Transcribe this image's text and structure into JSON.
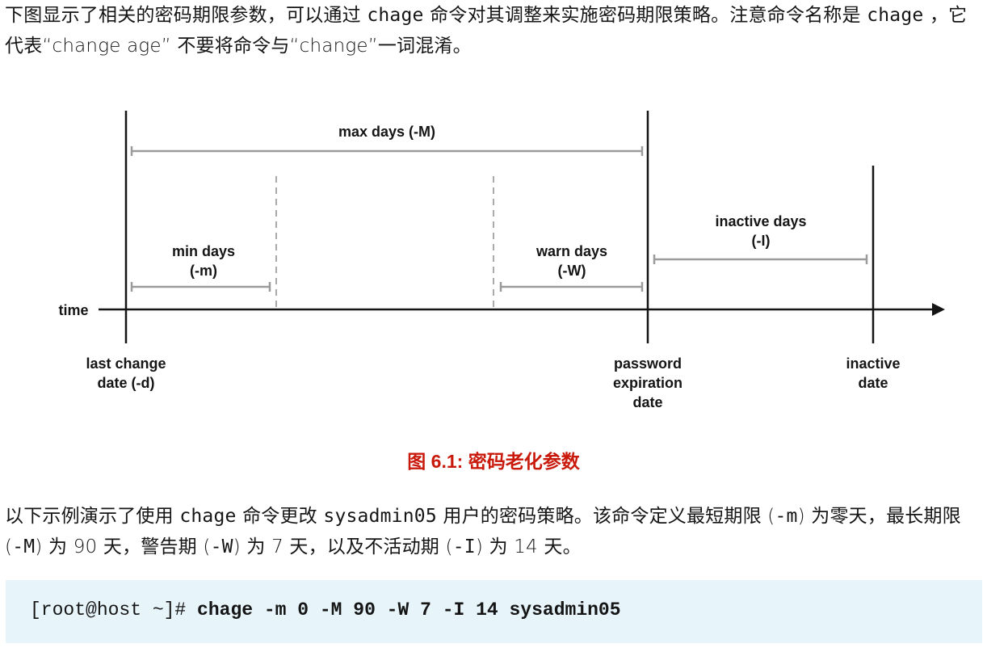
{
  "para1": {
    "t1": "下图显示了相关的密码期限参数，可以通过 ",
    "cmd1": "chage",
    "t2": " 命令对其调整来实施密码期限策略。注意命令名称是 ",
    "cmd2": "chage",
    "t3": " ，它代表“change age” 不要将命令与“change”一词混淆。"
  },
  "diagram": {
    "max_days": "max days (-M)",
    "min_days_1": "min days",
    "min_days_2": "(-m)",
    "warn_days_1": "warn days",
    "warn_days_2": "(-W)",
    "inactive_days_1": "inactive days",
    "inactive_days_2": "(-I)",
    "time": "time",
    "last_change_1": "last change",
    "last_change_2": "date (-d)",
    "expiration_1": "password",
    "expiration_2": "expiration",
    "expiration_3": "date",
    "inactive_date_1": "inactive",
    "inactive_date_2": "date"
  },
  "caption": "图 6.1: 密码老化参数",
  "para2": {
    "t1": "以下示例演示了使用 ",
    "cmd": "chage",
    "t2": " 命令更改 ",
    "user": "sysadmin05",
    "t3": " 用户的密码策略。该命令定义最短期限 (",
    "opt_m": "-m",
    "t4": ") 为零天，最长期限 (",
    "opt_M": "-M",
    "t5": ") 为 90 天，警告期 (",
    "opt_W": "-W",
    "t6": ") 为 7 天，以及不活动期 (",
    "opt_I": "-I",
    "t7": ") 为 14 天。"
  },
  "code": {
    "prompt": "[root@host ~]# ",
    "command": "chage -m 0 -M 90 -W 7 -I 14 sysadmin05"
  }
}
